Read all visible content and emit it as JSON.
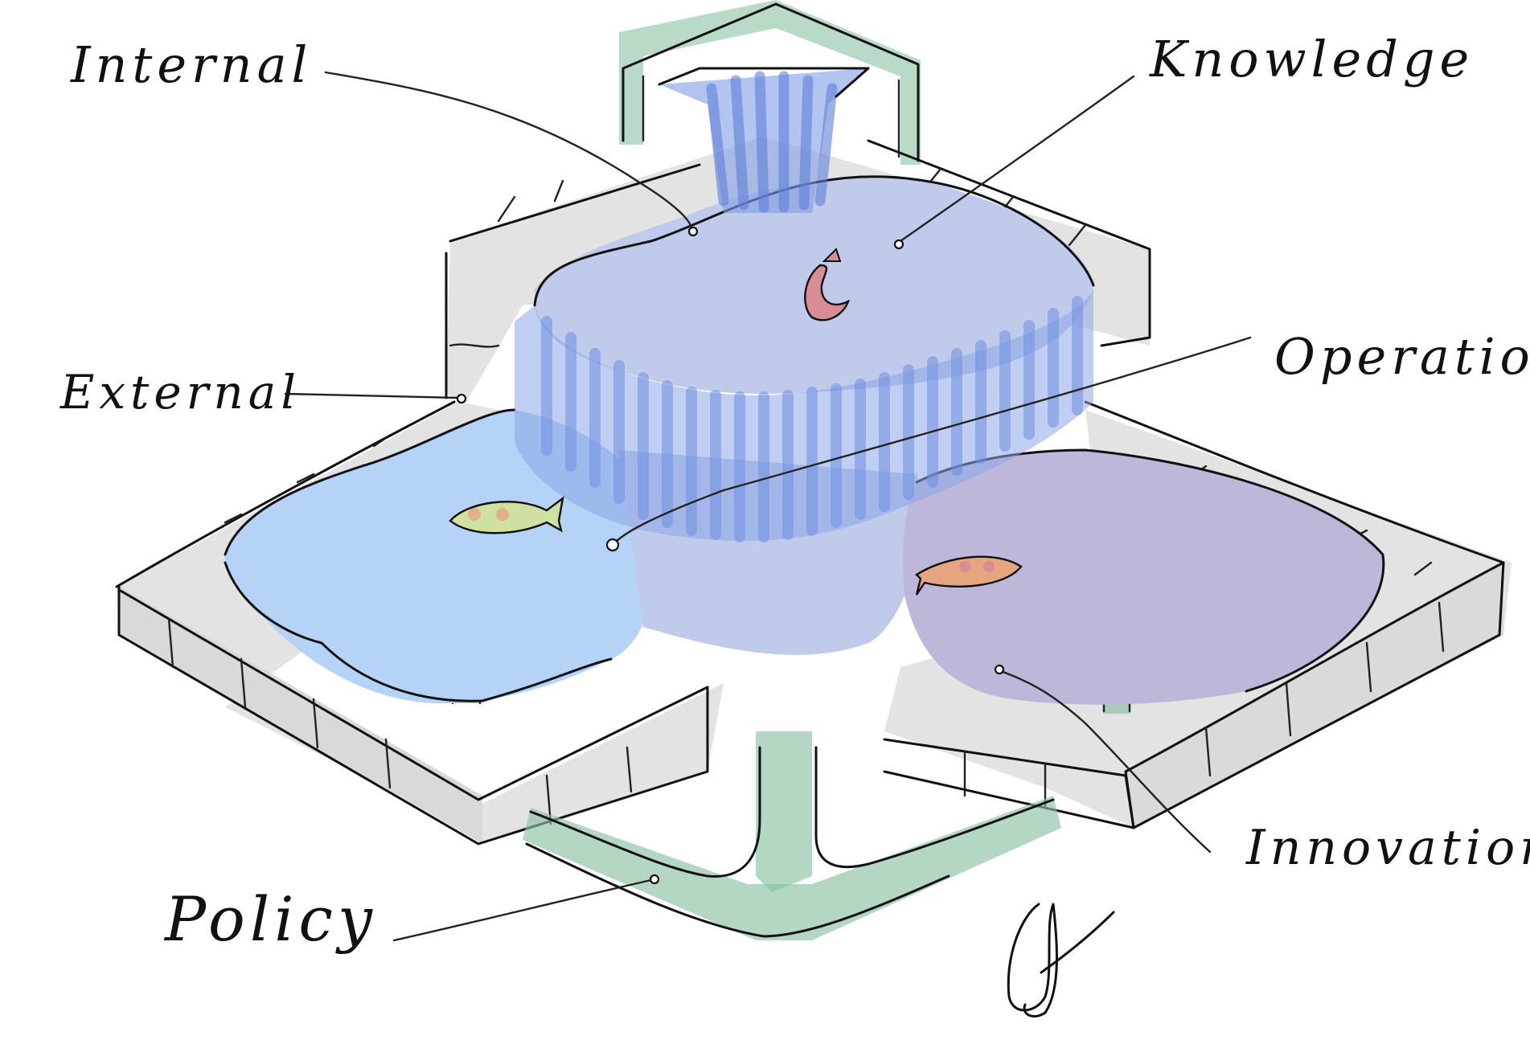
{
  "labels": {
    "internal": "Internal",
    "knowledge": "Knowledge",
    "operations": "Operations",
    "external": "External",
    "policy": "Policy",
    "innovation": "Innovation"
  },
  "signature": "CJ",
  "colors": {
    "stone": "#e3e3e3",
    "water_light_blue": "#b5d2f7",
    "water_periwinkle": "#c0cbec",
    "water_lavender": "#bdb8da",
    "cascade_blue": "#6f92e0",
    "pipe_green": "#8cc2a3",
    "fish_red": "#d98c93",
    "fish_green": "#cfe0a0",
    "fish_orange": "#e5a581",
    "ink": "#111111"
  }
}
